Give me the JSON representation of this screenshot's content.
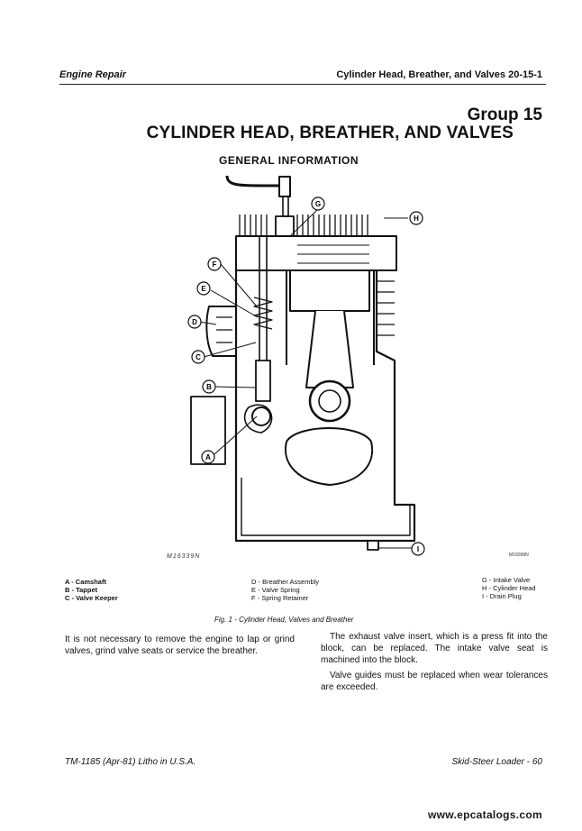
{
  "header": {
    "section_left": "Engine Repair",
    "section_right": "Cylinder Head, Breather, and Valves   20-15-1"
  },
  "group_label": "Group 15",
  "page_title": "CYLINDER HEAD, BREATHER, AND VALVES",
  "section_heading": "GENERAL INFORMATION",
  "figure": {
    "callouts": [
      "G",
      "H",
      "F",
      "E",
      "D",
      "C",
      "B",
      "A",
      "I"
    ],
    "drawing_id": "M16339N",
    "drawing_id_right": "M16008N",
    "legend_col1": [
      "A - Camshaft",
      "B - Tappet",
      "C - Valve Keeper"
    ],
    "legend_col2": [
      "D - Breather Assembly",
      "E - Valve Spring",
      "F - Spring Retainer"
    ],
    "legend_col3": [
      "G - Intake Valve",
      "H - Cylinder Head",
      "I - Drain Plug"
    ],
    "caption": "Fig. 1 - Cylinder Head, Valves and Breather"
  },
  "body": {
    "col1_p1": "It is not necessary to remove the engine to lap or grind valves, grind valve seats or service the breather.",
    "col2_p1": "The exhaust valve insert, which is a press fit into the block, can be replaced. The intake valve seat is machined into the block.",
    "col2_p2": "Valve guides must be replaced when wear tolerances are exceeded."
  },
  "footer": {
    "left": "TM-1185 (Apr-81)   Litho in U.S.A.",
    "right": "Skid-Steer Loader  -  60"
  },
  "watermark": "www.epcatalogs.com"
}
